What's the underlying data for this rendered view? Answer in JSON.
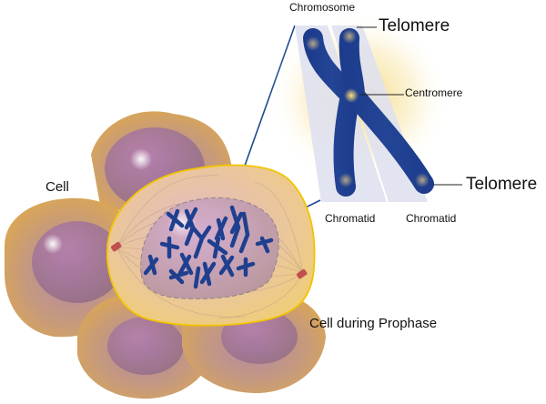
{
  "diagram": {
    "title": "Cell during Prophase",
    "labels": {
      "chromosome": "Chromosome",
      "telomere_top": "Telomere",
      "centromere": "Centromere",
      "telomere_bottom": "Telomere",
      "chromatid_left": "Chromatid",
      "chromatid_right": "Chromatid",
      "cell": "Cell",
      "cell_prophase": "Cell during Prophase"
    },
    "colors": {
      "cell_outer": "#d9a552",
      "cell_purple": "#a77aa8",
      "nucleus_purple": "#9a6f9a",
      "prophase_cell": "#ecc97a",
      "prophase_border": "#f2c400",
      "nucleus": "#c79fb2",
      "chromosome": "#1f3f8f",
      "chromatid_band": "#dfe1ef",
      "pointer_line": "#1e4a8e",
      "centriole": "#c0504d",
      "glow": "#f7dc7a"
    }
  }
}
